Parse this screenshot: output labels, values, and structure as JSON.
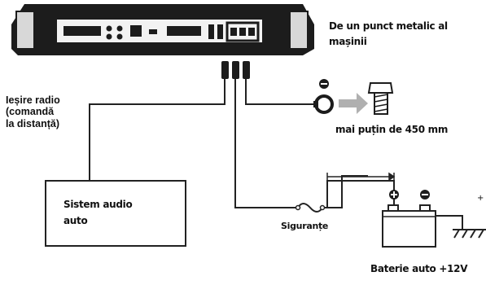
{
  "labels": {
    "ground_point_line1": "De un punct metalic al",
    "ground_point_line2": "mașinii",
    "radio_output_line1": "Ieșire radio",
    "radio_output_line2": "(comandă",
    "radio_output_line3": "la distanță)",
    "distance": "mai puțin de 450 mm",
    "fuse": "Siguranțe",
    "battery": "Baterie auto +12V",
    "audio_system_line1": "Sistem audio",
    "audio_system_line2": "auto",
    "minus_ground": "−",
    "plus_battery": "+",
    "minus_battery": "−",
    "edge_mark": "+"
  },
  "colors": {
    "line": "#222222",
    "amp_body": "#1c1c1c",
    "amp_face": "#f2f2f2"
  },
  "icons": [
    "amplifier",
    "ring-terminal",
    "arrow-right",
    "bolt",
    "fuse",
    "battery",
    "ground-symbol",
    "audio-system-box"
  ]
}
